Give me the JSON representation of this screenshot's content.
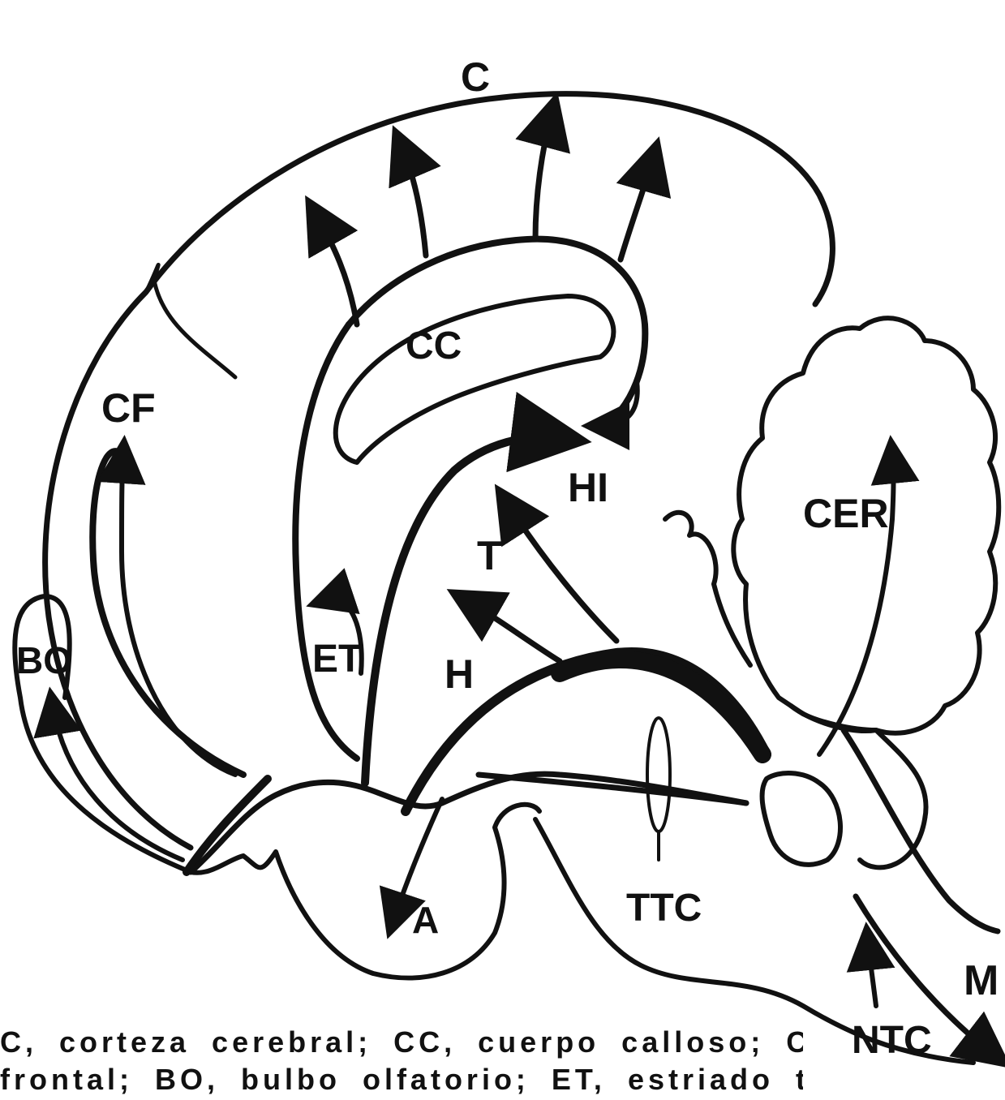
{
  "labels": {
    "C": "C",
    "CC": "CC",
    "CF": "CF",
    "BO": "BO",
    "ET": "ET",
    "HI": "HI",
    "T": "T",
    "H": "H",
    "CER": "CER",
    "A": "A",
    "TTC": "TTC",
    "M": "M",
    "NTC": "NTC"
  },
  "caption": {
    "line1": "C, corteza cerebral; CC, cuerpo calloso; CF, corteza",
    "line2": "frontal; BO, bulbo olfatorio; ET, estriado terminal;"
  },
  "colors": {
    "ink": "#111111",
    "paper": "#ffffff"
  }
}
